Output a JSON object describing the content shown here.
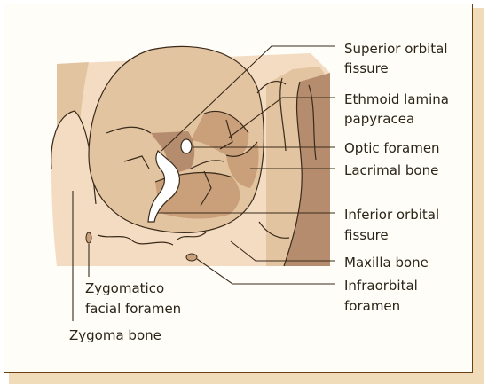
{
  "labels": {
    "superior_orbital_fissure_1": "Superior orbital",
    "superior_orbital_fissure_2": "fissure",
    "ethmoid_1": "Ethmoid lamina",
    "ethmoid_2": "papyracea",
    "optic_foramen": "Optic foramen",
    "lacrimal_bone": "Lacrimal bone",
    "inferior_orbital_fissure_1": "Inferior orbital",
    "inferior_orbital_fissure_2": "fissure",
    "maxilla_bone": "Maxilla bone",
    "infraorbital_1": "Infraorbital",
    "infraorbital_2": "foramen",
    "zygomatico_1": "Zygomatico",
    "zygomatico_2": "facial foramen",
    "zygoma_bone": "Zygoma bone"
  },
  "colors": {
    "frame_border": "#6b3f12",
    "frame_shadow": "#f0dcb8",
    "bone_light": "#f3dcc2",
    "bone_mid": "#e3c4a0",
    "bone_dark": "#c9a07a",
    "bone_deep": "#b58d6e"
  }
}
